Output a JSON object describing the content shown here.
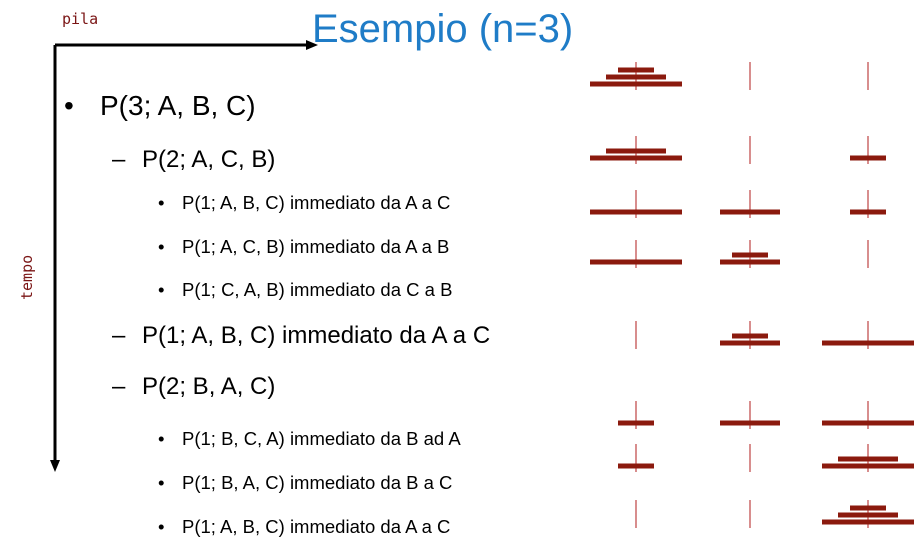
{
  "title": "Esempio (n=3)",
  "axis_stack_label": "pila",
  "axis_time_label": "tempo",
  "lines": [
    {
      "level": 1,
      "marker": "•",
      "text": "P(3; A, B, C)"
    },
    {
      "level": 2,
      "marker": "–",
      "text": "P(2; A, C, B)"
    },
    {
      "level": 3,
      "marker": "•",
      "text": "P(1; A, B, C)  immediato da A a C"
    },
    {
      "level": 3,
      "marker": "•",
      "text": "P(1; A, C, B)  immediato da A a B"
    },
    {
      "level": 3,
      "marker": "•",
      "text": "P(1; C, A, B)  immediato da C a B"
    },
    {
      "level": 2,
      "marker": "–",
      "text": "P(1; A, B, C)   immediato da A a C"
    },
    {
      "level": 2,
      "marker": "–",
      "text": "P(2; B, A, C)"
    },
    {
      "level": 3,
      "marker": "•",
      "text": "P(1; B, C, A)  immediato da B ad A"
    },
    {
      "level": 3,
      "marker": "•",
      "text": "P(1; B, A, C)  immediato da B a C"
    },
    {
      "level": 3,
      "marker": "•",
      "text": "P(1; A, B, C)  immediato da A a C"
    }
  ],
  "colors": {
    "title": "#1f7cc7",
    "disk": "#8b1a0e",
    "peg": "#c45050",
    "axis": "#000000",
    "mono_label": "#7a1414"
  },
  "hanoi_states": [
    {
      "pegs": [
        [
          3,
          2,
          1
        ],
        [],
        []
      ]
    },
    {
      "pegs": [
        [
          3,
          2
        ],
        [],
        [
          1
        ]
      ]
    },
    {
      "pegs": [
        [
          3
        ],
        [
          2
        ],
        [
          1
        ]
      ]
    },
    {
      "pegs": [
        [
          3
        ],
        [
          2,
          1
        ],
        []
      ]
    },
    {
      "pegs": [
        [],
        [
          2,
          1
        ],
        [
          3
        ]
      ]
    },
    {
      "pegs": [
        [
          1
        ],
        [
          2
        ],
        [
          3
        ]
      ]
    },
    {
      "pegs": [
        [
          1
        ],
        [],
        [
          3,
          2
        ]
      ]
    },
    {
      "pegs": [
        [],
        [],
        [
          3,
          2,
          1
        ]
      ]
    }
  ]
}
